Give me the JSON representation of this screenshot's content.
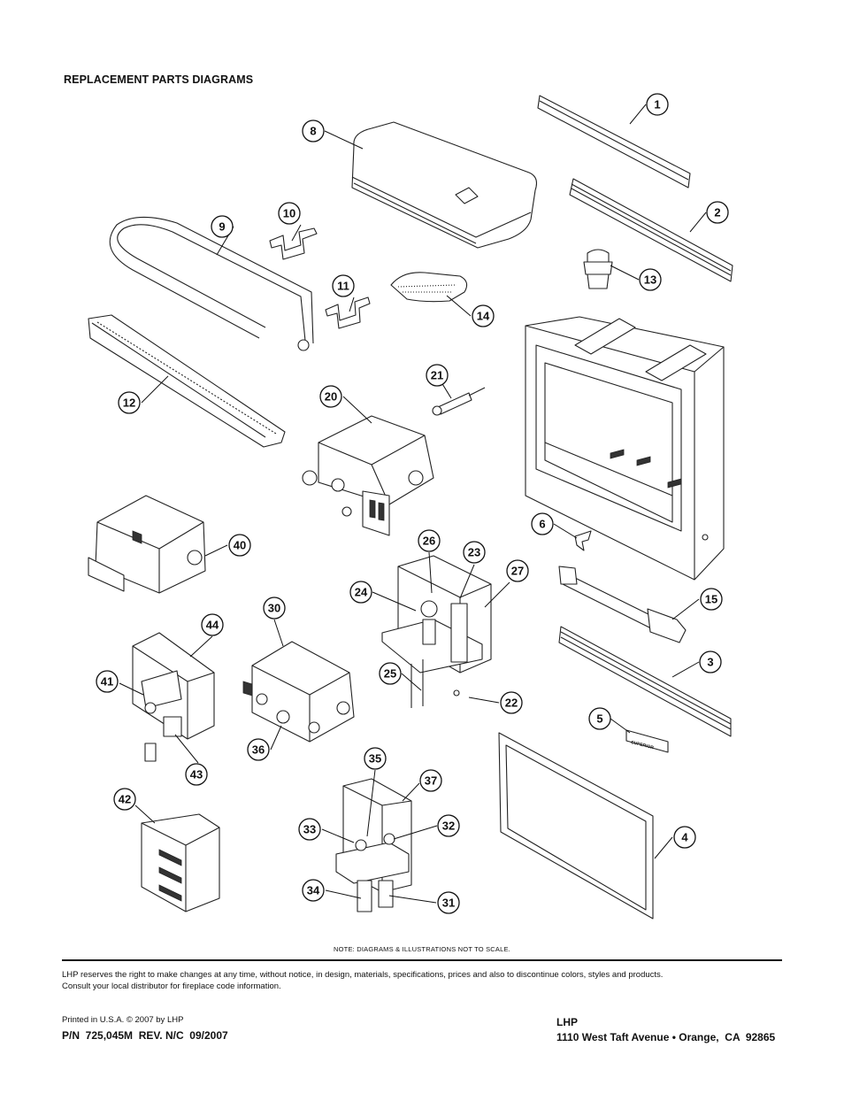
{
  "header": {
    "title": "REPLACEMENT PARTS DIAGRAMS"
  },
  "callouts": [
    "1",
    "2",
    "3",
    "4",
    "5",
    "6",
    "8",
    "9",
    "10",
    "11",
    "12",
    "13",
    "14",
    "15",
    "20",
    "21",
    "22",
    "23",
    "24",
    "25",
    "26",
    "27",
    "30",
    "31",
    "32",
    "33",
    "34",
    "35",
    "36",
    "37",
    "40",
    "41",
    "42",
    "43",
    "44"
  ],
  "parts_art": {
    "nameplate_text": "SUPERIOR"
  },
  "note": "NOTE: DIAGRAMS & ILLUSTRATIONS NOT TO SCALE.",
  "footer": {
    "disclaimer_line1": "LHP reserves the right to make changes at any time, without notice, in design, materials, specifications, prices and also to discontinue colors, styles and products.",
    "disclaimer_line2": "Consult your local distributor for fireplace code information.",
    "printed": "Printed in U.S.A. © 2007 by LHP",
    "part_number": "P/N  725,045M  REV. N/C  09/2007",
    "company": "LHP",
    "address": "1110 West Taft Avenue • Orange,  CA  92865"
  }
}
